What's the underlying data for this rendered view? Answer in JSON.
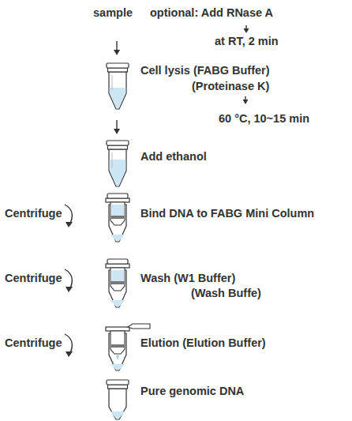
{
  "diagram": {
    "labels": [
      "sample",
      "optional: Add RNase A",
      "at RT, 2 min",
      "Cell lysis (FABG Buffer)",
      "(Proteinase K)",
      "60 °C, 10~15 min",
      "Add ethanol",
      "Centrifuge",
      "Bind DNA to FABG Mini Column",
      "Centrifuge",
      "Wash (W1 Buffer)",
      "(Wash Buffe)",
      "Centrifuge",
      "Elution (Elution Buffer)",
      "Pure genomic DNA"
    ]
  }
}
